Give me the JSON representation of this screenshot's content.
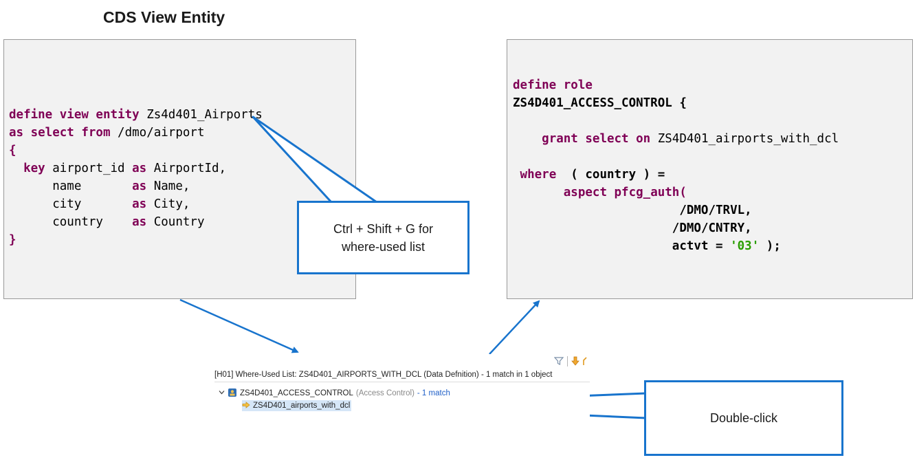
{
  "title": "CDS View Entity",
  "left_code": {
    "line1_kw": "define view entity",
    "line1_name": " Zs4d401_Airports",
    "line2_kw": "as select from",
    "line2_src": " /dmo/airport",
    "open_brace": "{",
    "key_kw": "key",
    "f1": " airport_id ",
    "f1_as": "as",
    "f1_alias": " AirportId,",
    "f2": "name       ",
    "f2_as": "as",
    "f2_alias": " Name,",
    "f3": "city       ",
    "f3_as": "as",
    "f3_alias": " City,",
    "f4": "country    ",
    "f4_as": "as",
    "f4_alias": " Country",
    "close_brace": "}"
  },
  "right_code": {
    "l1": "define role",
    "l2": "ZS4D401_ACCESS_CONTROL {",
    "l3_kw": "grant select on",
    "l3_name": " ZS4D401_airports_with_dcl",
    "l4_kw": "where",
    "l4_rest": "  ( country ) =",
    "l5_kw": "aspect pfcg_auth(",
    "l6": "/DMO/TRVL,",
    "l7": "/DMO/CNTRY,",
    "l8_pre": "actvt = ",
    "l8_str": "'03'",
    "l8_post": " );"
  },
  "callouts": {
    "where_used_line1": "Ctrl + Shift + G for",
    "where_used_line2": "where-used list",
    "double_click": "Double-click"
  },
  "where_used": {
    "header": "[H01] Where-Used List: ZS4D401_AIRPORTS_WITH_DCL (Data Defnition) - 1 match in 1 object",
    "acl_name": "ZS4D401_ACCESS_CONTROL",
    "acl_type": "(Access Control)",
    "acl_count": "- 1 match",
    "match_text": "ZS4D401_airports_with_dcl"
  },
  "colors": {
    "keyword": "#7f0055",
    "string": "#2a9e00",
    "callout_border": "#1874cd",
    "arrow": "#1874cd",
    "panel_bg": "#f2f2f2",
    "selection": "#d5e6f7"
  },
  "icons": {
    "filter": "filter-icon",
    "next": "down-arrow-icon",
    "expand": "chevron-down-icon",
    "access_control": "access-control-icon",
    "match": "match-arrow-icon"
  }
}
